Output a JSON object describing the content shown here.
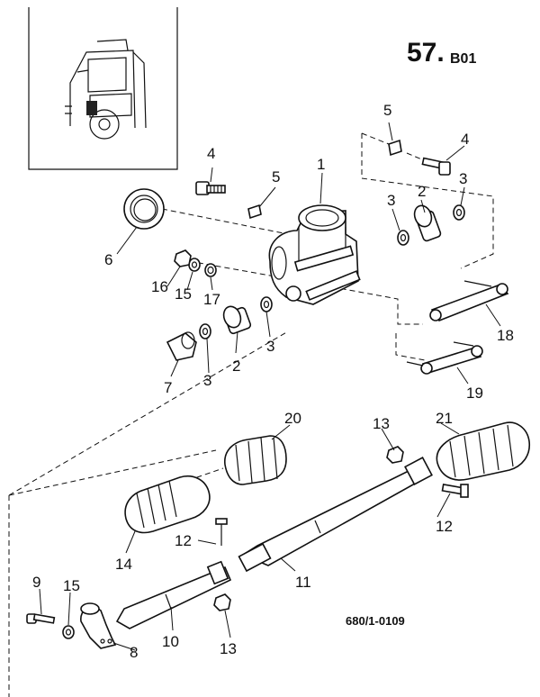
{
  "diagram": {
    "page_code": "57.",
    "page_sub": "B01",
    "drawing_ref": "680/1-0109",
    "part_labels": [
      "1",
      "2",
      "3",
      "4",
      "5",
      "6",
      "7",
      "8",
      "9",
      "10",
      "11",
      "12",
      "13",
      "14",
      "15",
      "16",
      "17",
      "18",
      "19",
      "20",
      "21"
    ]
  }
}
